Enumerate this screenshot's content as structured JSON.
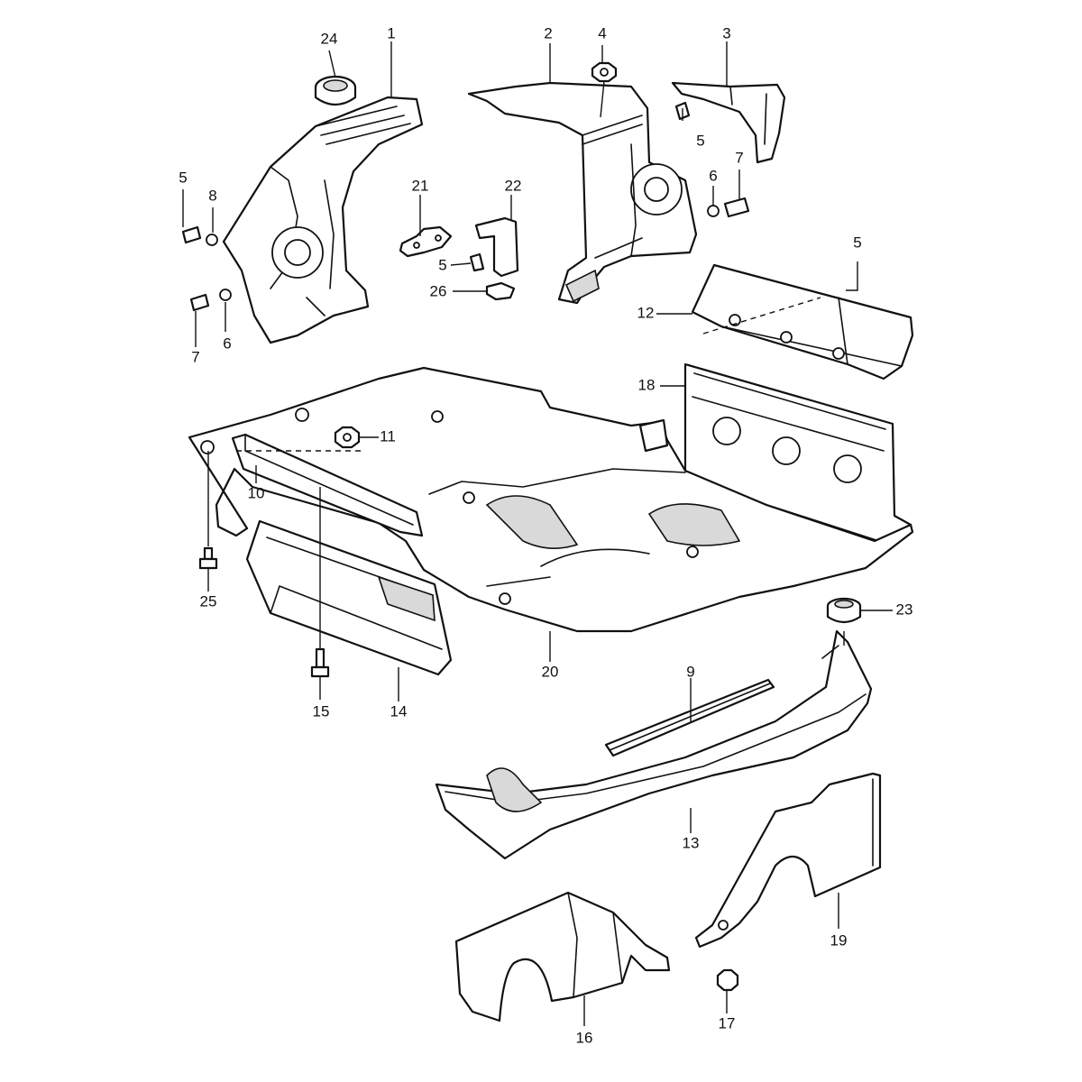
{
  "callouts": {
    "c24": "24",
    "c1": "1",
    "c2": "2",
    "c4": "4",
    "c3": "3",
    "c5a": "5",
    "c8": "8",
    "c5b": "5",
    "c6a": "6",
    "c7a": "7",
    "c21": "21",
    "c22": "22",
    "c5c": "5",
    "c26": "26",
    "c6b": "6",
    "c7b": "7",
    "c5d": "5",
    "c12": "12",
    "c18": "18",
    "c11": "11",
    "c10": "10",
    "c25": "25",
    "c15": "15",
    "c14": "14",
    "c20": "20",
    "c23": "23",
    "c9": "9",
    "c13": "13",
    "c19": "19",
    "c16": "16",
    "c17": "17"
  }
}
